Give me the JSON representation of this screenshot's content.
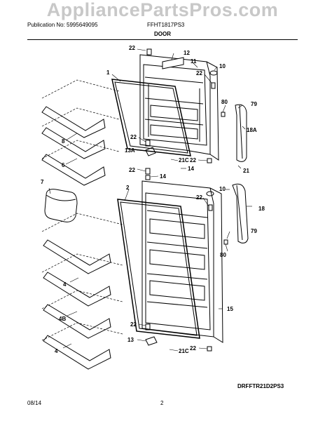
{
  "watermark": "AppliancePartsPros.com",
  "header": {
    "publication": "Publication No: 5995649095",
    "model": "FFHT1817PS3",
    "section": "DOOR"
  },
  "callouts": {
    "c22a": "22",
    "c12": "12",
    "c11": "11",
    "c10a": "10",
    "c22b": "22",
    "c1": "1",
    "c80a": "80",
    "c79a": "79",
    "c18a": "18A",
    "c8a": "8",
    "c6": "6",
    "c22c": "22",
    "c13a": "13A",
    "c21ca": "21C",
    "c22d": "22",
    "c22e": "22",
    "c14a": "14",
    "c14b": "14",
    "c21a": "21",
    "c7": "7",
    "c2": "2",
    "c22f": "22",
    "c10b": "10",
    "c18": "18",
    "c79b": "79",
    "c80b": "80",
    "c4a": "4",
    "c4b": "4B",
    "c15": "15",
    "c4c": "4",
    "c22g": "22",
    "c13": "13",
    "c21cb": "21C",
    "c22h": "22"
  },
  "diagram_code": "DRFFTR21D2PS3",
  "footer": {
    "date": "08/14",
    "page": "2"
  }
}
